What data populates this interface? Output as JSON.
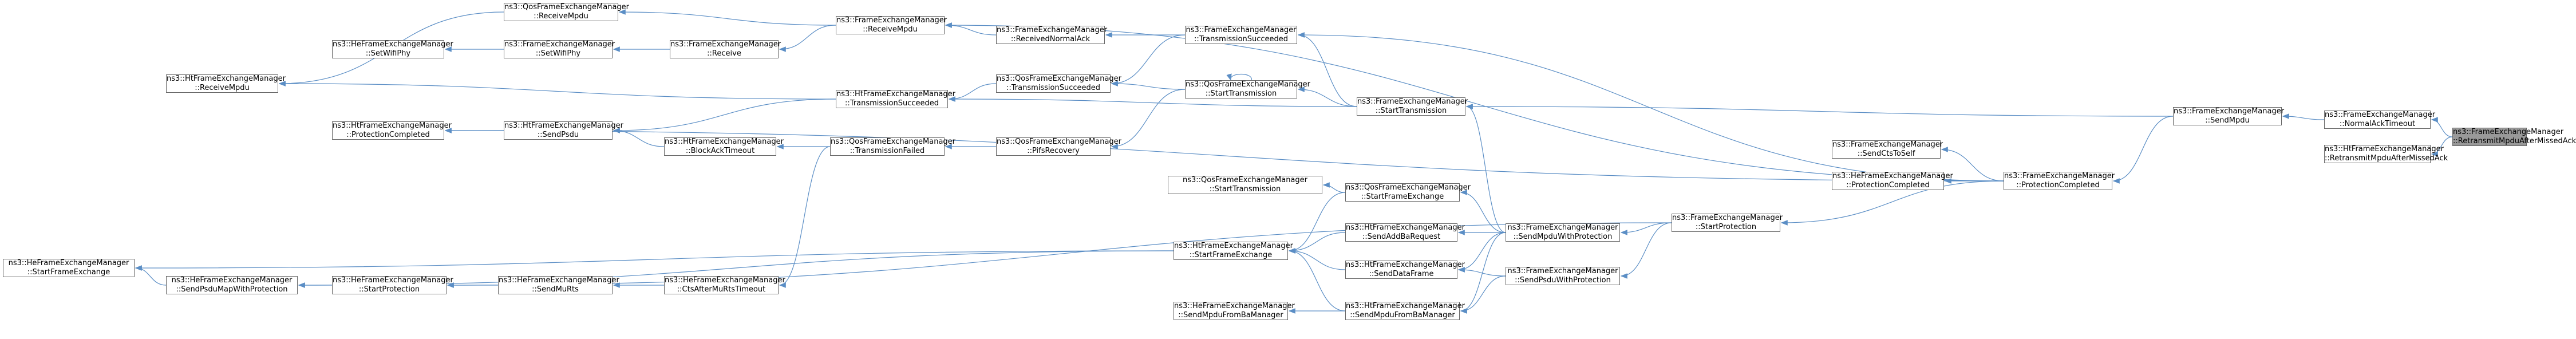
{
  "colors": {
    "edge": "#5b8ec5",
    "node_border": "#666666",
    "highlight_fill": "#999999",
    "background": "#ffffff"
  },
  "nodes": [
    {
      "id": "n_rmm",
      "l1": "ns3::FrameExchangeManager",
      "l2": "::RetransmitMpduAfterMissedAck",
      "focus": true
    },
    {
      "id": "n_nat",
      "l1": "ns3::FrameExchangeManager",
      "l2": "::NormalAckTimeout"
    },
    {
      "id": "n_ht_rmm",
      "l1": "ns3::HtFrameExchangeManager",
      "l2": "::RetransmitMpduAfterMissedAck"
    },
    {
      "id": "n_sendmpdu",
      "l1": "ns3::FrameExchangeManager",
      "l2": "::SendMpdu"
    },
    {
      "id": "n_fem_pc",
      "l1": "ns3::FrameExchangeManager",
      "l2": "::ProtectionCompleted"
    },
    {
      "id": "n_fem_ts",
      "l1": "ns3::FrameExchangeManager",
      "l2": "::TransmissionSucceeded"
    },
    {
      "id": "n_fem_st",
      "l1": "ns3::FrameExchangeManager",
      "l2": "::StartTransmission"
    },
    {
      "id": "n_fem_rna",
      "l1": "ns3::FrameExchangeManager",
      "l2": "::ReceivedNormalAck"
    },
    {
      "id": "n_fem_rm",
      "l1": "ns3::FrameExchangeManager",
      "l2": "::ReceiveMpdu"
    },
    {
      "id": "n_qos_ts",
      "l1": "ns3::QosFrameExchangeManager",
      "l2": "::TransmissionSucceeded"
    },
    {
      "id": "n_qos_st",
      "l1": "ns3::QosFrameExchangeManager",
      "l2": "::StartTransmission"
    },
    {
      "id": "n_qos_rm",
      "l1": "ns3::QosFrameExchangeManager",
      "l2": "::ReceiveMpdu"
    },
    {
      "id": "n_fem_recv",
      "l1": "ns3::FrameExchangeManager",
      "l2": "::Receive"
    },
    {
      "id": "n_fem_swp",
      "l1": "ns3::FrameExchangeManager",
      "l2": "::SetWifiPhy"
    },
    {
      "id": "n_he_swp",
      "l1": "ns3::HeFrameExchangeManager",
      "l2": "::SetWifiPhy"
    },
    {
      "id": "n_ht_rm",
      "l1": "ns3::HtFrameExchangeManager",
      "l2": "::ReceiveMpdu"
    },
    {
      "id": "n_ht_ts",
      "l1": "ns3::HtFrameExchangeManager",
      "l2": "::TransmissionSucceeded"
    },
    {
      "id": "n_ht_sp",
      "l1": "ns3::HtFrameExchangeManager",
      "l2": "::SendPsdu"
    },
    {
      "id": "n_ht_pc",
      "l1": "ns3::HtFrameExchangeManager",
      "l2": "::ProtectionCompleted"
    },
    {
      "id": "n_ht_bat",
      "l1": "ns3::HtFrameExchangeManager",
      "l2": "::BlockAckTimeout"
    },
    {
      "id": "n_qos_tf",
      "l1": "ns3::QosFrameExchangeManager",
      "l2": "::TransmissionFailed"
    },
    {
      "id": "n_qos_pr",
      "l1": "ns3::QosFrameExchangeManager",
      "l2": "::PifsRecovery"
    },
    {
      "id": "n_fem_stcts",
      "l1": "ns3::FrameExchangeManager",
      "l2": "::SendCtsToSelf"
    },
    {
      "id": "n_he_pc",
      "l1": "ns3::HeFrameExchangeManager",
      "l2": "::ProtectionCompleted"
    },
    {
      "id": "n_fem_sp",
      "l1": "ns3::FrameExchangeManager",
      "l2": "::StartProtection"
    },
    {
      "id": "n_qos_st2",
      "l1": "ns3::QosFrameExchangeManager",
      "l2": "::StartTransmission",
      "single": true
    },
    {
      "id": "n_qos_sfe",
      "l1": "ns3::QosFrameExchangeManager",
      "l2": "::StartFrameExchange"
    },
    {
      "id": "n_ht_saba",
      "l1": "ns3::HtFrameExchangeManager",
      "l2": "::SendAddBaRequest"
    },
    {
      "id": "n_ht_sdf",
      "l1": "ns3::HtFrameExchangeManager",
      "l2": "::SendDataFrame"
    },
    {
      "id": "n_ht_smfbm",
      "l1": "ns3::HtFrameExchangeManager",
      "l2": "::SendMpduFromBaManager"
    },
    {
      "id": "n_he_smfbm",
      "l1": "ns3::HeFrameExchangeManager",
      "l2": "::SendMpduFromBaManager"
    },
    {
      "id": "n_fem_smwp",
      "l1": "ns3::FrameExchangeManager",
      "l2": "::SendMpduWithProtection"
    },
    {
      "id": "n_fem_spwp",
      "l1": "ns3::FrameExchangeManager",
      "l2": "::SendPsduWithProtection"
    },
    {
      "id": "n_ht_sfe",
      "l1": "ns3::HtFrameExchangeManager",
      "l2": "::StartFrameExchange"
    },
    {
      "id": "n_he_sfe",
      "l1": "ns3::HeFrameExchangeManager",
      "l2": "::StartFrameExchange"
    },
    {
      "id": "n_he_spmwp",
      "l1": "ns3::HeFrameExchangeManager",
      "l2": "::SendPsduMapWithProtection"
    },
    {
      "id": "n_he_sp",
      "l1": "ns3::HeFrameExchangeManager",
      "l2": "::StartProtection"
    },
    {
      "id": "n_he_smr",
      "l1": "ns3::HeFrameExchangeManager",
      "l2": "::SendMuRts"
    },
    {
      "id": "n_he_cam",
      "l1": "ns3::HeFrameExchangeManager",
      "l2": "::CtsAfterMuRtsTimeout"
    }
  ],
  "edges": [
    [
      "n_rmm",
      "n_nat"
    ],
    [
      "n_rmm",
      "n_ht_rmm"
    ],
    [
      "n_nat",
      "n_sendmpdu"
    ],
    [
      "n_sendmpdu",
      "n_fem_pc"
    ],
    [
      "n_sendmpdu",
      "n_fem_st"
    ],
    [
      "n_fem_pc",
      "n_fem_rm"
    ],
    [
      "n_fem_pc",
      "n_fem_ts"
    ],
    [
      "n_fem_pc",
      "n_ht_pc"
    ],
    [
      "n_fem_pc",
      "n_fem_sp"
    ],
    [
      "n_fem_pc",
      "n_fem_stcts"
    ],
    [
      "n_fem_pc",
      "n_he_pc"
    ],
    [
      "n_fem_ts",
      "n_fem_rna"
    ],
    [
      "n_fem_ts",
      "n_qos_ts"
    ],
    [
      "n_fem_rna",
      "n_fem_rm"
    ],
    [
      "n_fem_rm",
      "n_qos_rm"
    ],
    [
      "n_fem_rm",
      "n_fem_recv"
    ],
    [
      "n_qos_rm",
      "n_ht_rm"
    ],
    [
      "n_fem_recv",
      "n_fem_swp"
    ],
    [
      "n_fem_swp",
      "n_he_swp"
    ],
    [
      "n_qos_ts",
      "n_ht_ts"
    ],
    [
      "n_ht_ts",
      "n_ht_rm"
    ],
    [
      "n_ht_ts",
      "n_ht_sp"
    ],
    [
      "n_ht_sp",
      "n_ht_pc"
    ],
    [
      "n_fem_st",
      "n_fem_ts"
    ],
    [
      "n_fem_st",
      "n_qos_st"
    ],
    [
      "n_fem_st",
      "n_ht_ts"
    ],
    [
      "n_fem_st",
      "n_fem_smwp"
    ],
    [
      "n_qos_st",
      "n_qos_st"
    ],
    [
      "n_qos_st",
      "n_qos_ts"
    ],
    [
      "n_qos_st",
      "n_qos_pr"
    ],
    [
      "n_qos_pr",
      "n_qos_tf"
    ],
    [
      "n_qos_tf",
      "n_ht_bat"
    ],
    [
      "n_qos_tf",
      "n_he_cam"
    ],
    [
      "n_ht_bat",
      "n_ht_sp"
    ],
    [
      "n_fem_sp",
      "n_fem_smwp"
    ],
    [
      "n_fem_sp",
      "n_fem_spwp"
    ],
    [
      "n_fem_sp",
      "n_he_sp"
    ],
    [
      "n_fem_smwp",
      "n_qos_sfe"
    ],
    [
      "n_fem_smwp",
      "n_ht_saba"
    ],
    [
      "n_fem_smwp",
      "n_ht_sdf"
    ],
    [
      "n_fem_smwp",
      "n_ht_smfbm"
    ],
    [
      "n_fem_spwp",
      "n_ht_sdf"
    ],
    [
      "n_fem_spwp",
      "n_ht_smfbm"
    ],
    [
      "n_qos_sfe",
      "n_qos_st2"
    ],
    [
      "n_qos_sfe",
      "n_ht_sfe"
    ],
    [
      "n_ht_saba",
      "n_ht_sfe"
    ],
    [
      "n_ht_sdf",
      "n_ht_sfe"
    ],
    [
      "n_ht_smfbm",
      "n_ht_sfe"
    ],
    [
      "n_ht_smfbm",
      "n_he_smfbm"
    ],
    [
      "n_ht_sfe",
      "n_he_sfe"
    ],
    [
      "n_ht_sfe",
      "n_he_spmwp"
    ],
    [
      "n_he_spmwp",
      "n_he_sfe"
    ],
    [
      "n_he_sp",
      "n_he_spmwp"
    ],
    [
      "n_he_sp",
      "n_he_smr"
    ],
    [
      "n_he_smr",
      "n_he_cam"
    ]
  ]
}
